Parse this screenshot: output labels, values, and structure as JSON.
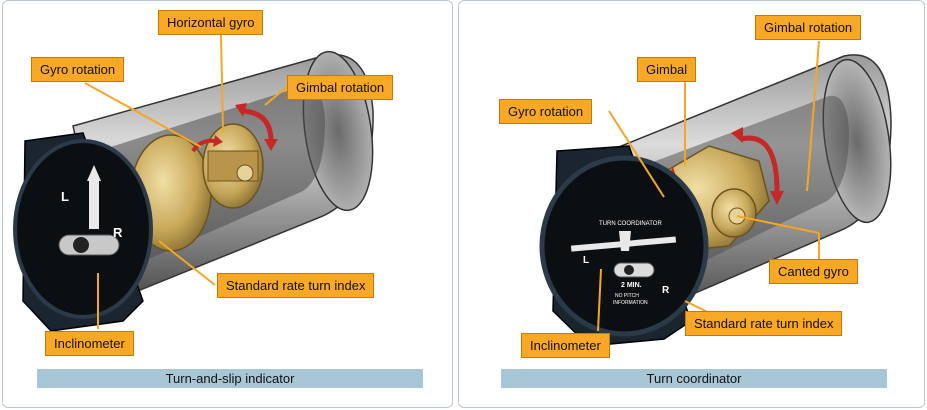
{
  "left_panel": {
    "caption": "Turn-and-slip indicator",
    "callouts": {
      "horizontal_gyro": "Horizontal gyro",
      "gyro_rotation": "Gyro rotation",
      "gimbal_rotation": "Gimbal rotation",
      "standard_rate_turn_index": "Standard rate turn index",
      "inclinometer": "Inclinometer"
    },
    "dial_marks": {
      "left": "L",
      "right": "R"
    }
  },
  "right_panel": {
    "caption": "Turn coordinator",
    "callouts": {
      "gimbal_rotation": "Gimbal rotation",
      "gimbal": "Gimbal",
      "gyro_rotation": "Gyro rotation",
      "canted_gyro": "Canted gyro",
      "standard_rate_turn_index": "Standard rate turn index",
      "inclinometer": "Inclinometer"
    },
    "dial_marks": {
      "left": "L",
      "right": "R"
    },
    "dial_texts": {
      "title": "TURN COORDINATOR",
      "marking": "2 MIN.",
      "subtext_1": "NO PITCH",
      "subtext_2": "INFORMATION"
    }
  },
  "colors": {
    "callout_fill": "#f9a825",
    "caption_fill": "#a9c6d6",
    "arrow_red": "#c62828",
    "brass": "#c8a85a",
    "leader_line": "#f5a623"
  }
}
